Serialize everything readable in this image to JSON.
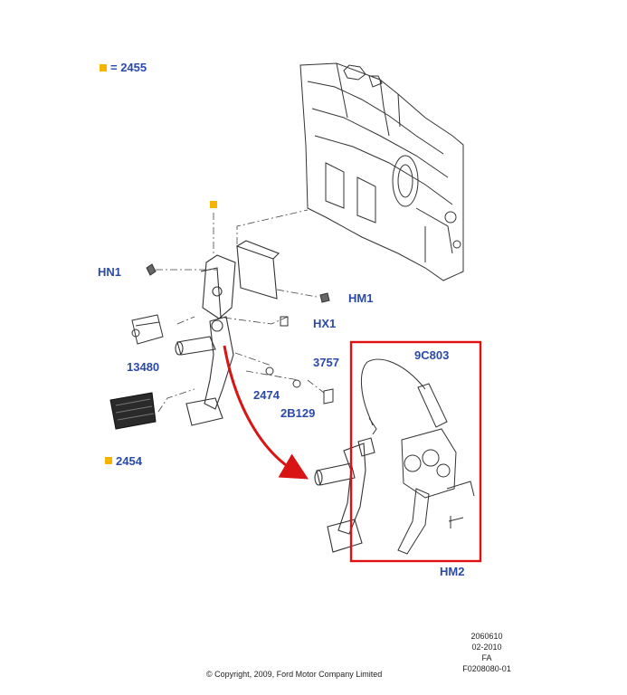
{
  "legend": {
    "marker_color": "#f5b400",
    "text": "= 2455"
  },
  "callouts": {
    "hn1": "HN1",
    "hm1": "HM1",
    "hx1": "HX1",
    "p13480": "13480",
    "p3757": "3757",
    "p2474": "2474",
    "p2b129": "2B129",
    "p2454": "2454",
    "p9c803": "9C803",
    "hm2": "HM2"
  },
  "footer": {
    "copyright": "© Copyright, 2009, Ford Motor Company Limited",
    "ref_line1": "2060610",
    "ref_line2": "02-2010",
    "ref_line3": "FA",
    "ref_line4": "F0208080-01"
  },
  "colors": {
    "callout_text": "#2b4aa8",
    "highlight_box": "#e01010",
    "arrow": "#d81414",
    "marker": "#f5b400",
    "line_art": "#333333"
  },
  "icons": [
    "square-marker-icon",
    "arrow-icon"
  ]
}
